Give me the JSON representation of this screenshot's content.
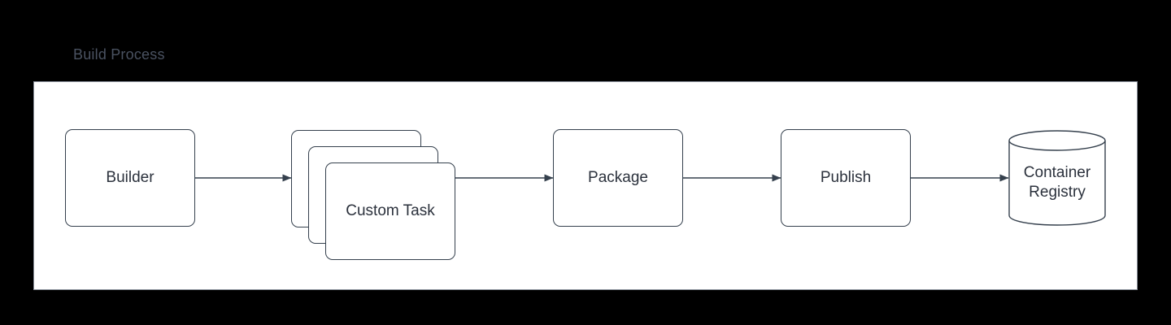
{
  "title": "Build Process",
  "colors": {
    "page_background": "#000000",
    "panel_background": "#ffffff",
    "panel_border": "#8a909b",
    "node_border": "#35404d",
    "node_text": "#2b313c",
    "title_text": "#4a5261",
    "edge": "#35404d"
  },
  "diagram": {
    "type": "flow",
    "nodes": [
      {
        "id": "builder",
        "label": "Builder",
        "shape": "rounded-rect"
      },
      {
        "id": "custom-task",
        "label": "Custom Task",
        "shape": "stacked-rounded-rect",
        "stack_count": 3
      },
      {
        "id": "package",
        "label": "Package",
        "shape": "rounded-rect"
      },
      {
        "id": "publish",
        "label": "Publish",
        "shape": "rounded-rect"
      },
      {
        "id": "container-registry",
        "label_line1": "Container",
        "label_line2": "Registry",
        "shape": "cylinder"
      }
    ],
    "edges": [
      {
        "from": "builder",
        "to": "custom-task",
        "arrow": "single"
      },
      {
        "from": "custom-task",
        "to": "package",
        "arrow": "single"
      },
      {
        "from": "package",
        "to": "publish",
        "arrow": "single"
      },
      {
        "from": "publish",
        "to": "container-registry",
        "arrow": "single"
      }
    ]
  }
}
